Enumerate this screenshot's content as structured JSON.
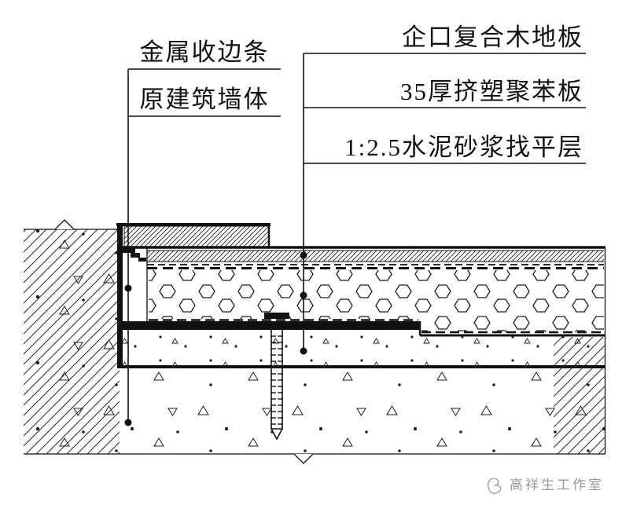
{
  "drawing": {
    "callouts_left": [
      {
        "label": "金属收边条"
      },
      {
        "label": "原建筑墙体"
      }
    ],
    "callouts_right": [
      {
        "label": "企口复合木地板"
      },
      {
        "label": "35厚挤塑聚苯板"
      },
      {
        "label": "1:2.5水泥砂浆找平层"
      }
    ],
    "watermark": "高祥生工作室",
    "colors": {
      "line": "#111111",
      "watermark": "#999999",
      "background": "#ffffff"
    }
  }
}
